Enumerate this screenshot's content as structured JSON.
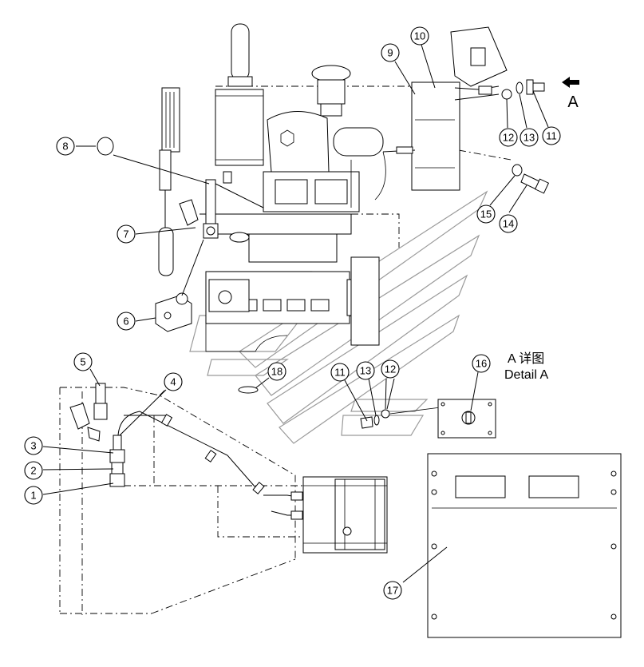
{
  "callouts": [
    {
      "id": "1",
      "label": "1"
    },
    {
      "id": "2",
      "label": "2"
    },
    {
      "id": "3",
      "label": "3"
    },
    {
      "id": "4",
      "label": "4"
    },
    {
      "id": "5",
      "label": "5"
    },
    {
      "id": "6",
      "label": "6"
    },
    {
      "id": "7",
      "label": "7"
    },
    {
      "id": "8",
      "label": "8"
    },
    {
      "id": "9",
      "label": "9"
    },
    {
      "id": "10",
      "label": "10"
    },
    {
      "id": "11a",
      "label": "11"
    },
    {
      "id": "12a",
      "label": "12"
    },
    {
      "id": "13a",
      "label": "13"
    },
    {
      "id": "14",
      "label": "14"
    },
    {
      "id": "15",
      "label": "15"
    },
    {
      "id": "16",
      "label": "16"
    },
    {
      "id": "17",
      "label": "17"
    },
    {
      "id": "18",
      "label": "18"
    },
    {
      "id": "11b",
      "label": "11"
    },
    {
      "id": "13b",
      "label": "13"
    },
    {
      "id": "12b",
      "label": "12"
    }
  ],
  "view_arrow": {
    "label": "A"
  },
  "detail": {
    "title_cn": "A 详图",
    "title_en": "Detail A"
  }
}
